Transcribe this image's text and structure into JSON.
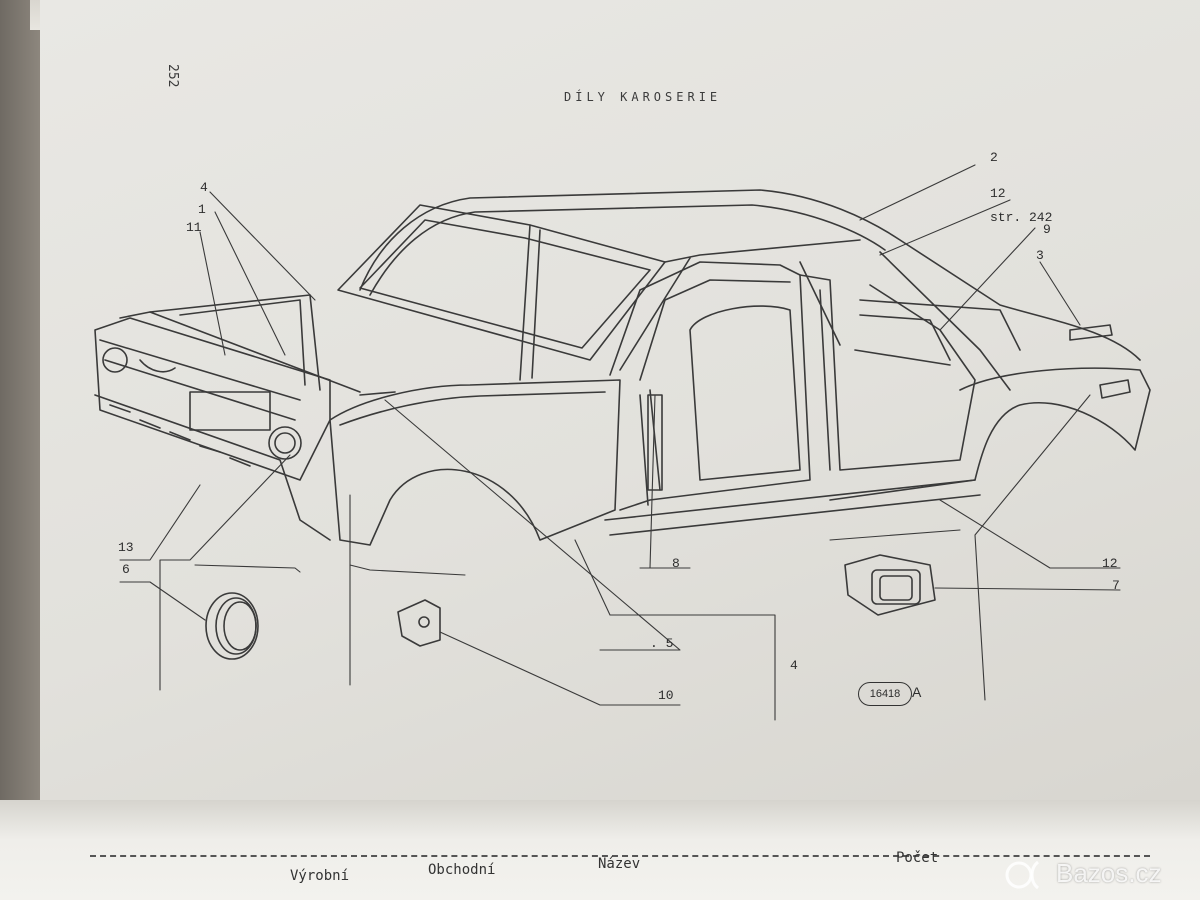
{
  "document": {
    "page_number": "252",
    "title": "DÍLY KAROSERIE",
    "figure_id": "16418",
    "figure_suffix": "A"
  },
  "callouts": {
    "c2": "2",
    "c12_top": "12",
    "c_str": "str. 242",
    "c9": "9",
    "c3": "3",
    "c4_left": "4",
    "c1": "1",
    "c11": "11",
    "c13": "13",
    "c6": "6",
    "c8": "8",
    "c5": ". 5",
    "c10": "10",
    "c4_bottom": "4",
    "c12_right": "12",
    "c7": "7"
  },
  "table_headers": {
    "h1": "Výrobní",
    "h2": "Obchodní",
    "h3": "Název",
    "h4": "Počet"
  },
  "watermark": "Bazos.cz",
  "colors": {
    "paper": "#e6e5e0",
    "ink": "#2e2e2e",
    "desk": "#8a8278"
  }
}
